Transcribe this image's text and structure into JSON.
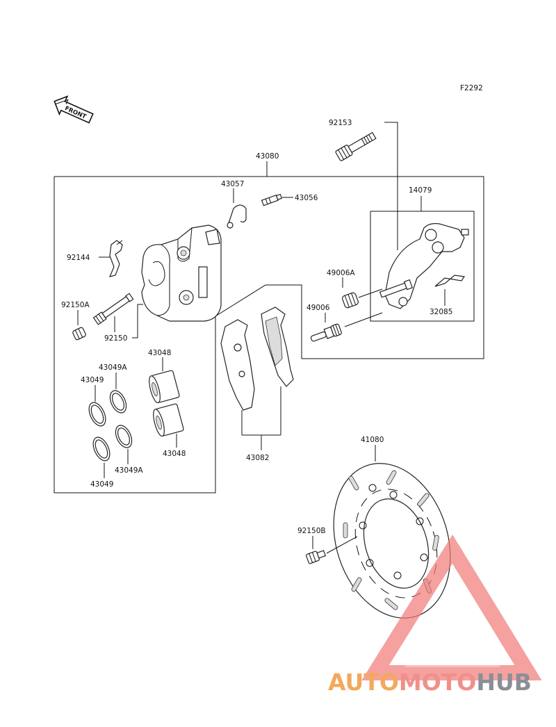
{
  "figure_code": "F2292",
  "front_arrow_label": "FRONT",
  "parts": {
    "assy_caliper": "43080",
    "bolt_top": "92153",
    "clip_43057": "43057",
    "bleeder_43056": "43056",
    "bracket_14079": "14079",
    "spring_92144": "92144",
    "boot_49006A": "49006A",
    "pin_49006": "49006",
    "spring_32085": "32085",
    "cap_92150A": "92150A",
    "pin_92150": "92150",
    "piston_top": "43048",
    "piston_bottom": "43048",
    "seal_A_top": "43049A",
    "seal_top": "43049",
    "seal_A_bottom": "43049A",
    "seal_bottom": "43049",
    "pads": "43082",
    "disc": "41080",
    "bolt_disc": "92150B"
  },
  "watermark": {
    "part1": "AUTO",
    "part2": "MOTO",
    "part3": "HUB",
    "color_auto": "#f4a85a",
    "color_moto": "#f0908a",
    "color_hub": "#8a8f96",
    "triangle_color": "#f07a78"
  }
}
